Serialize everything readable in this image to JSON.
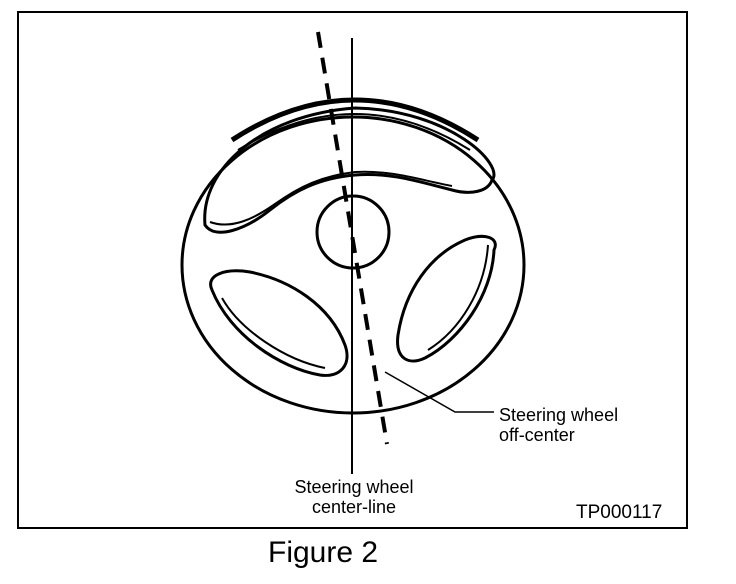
{
  "figure": {
    "caption": "Figure 2",
    "code": "TP000117"
  },
  "labels": {
    "off_center": "Steering wheel\noff-center",
    "center_line": "Steering wheel\ncenter-line"
  }
}
